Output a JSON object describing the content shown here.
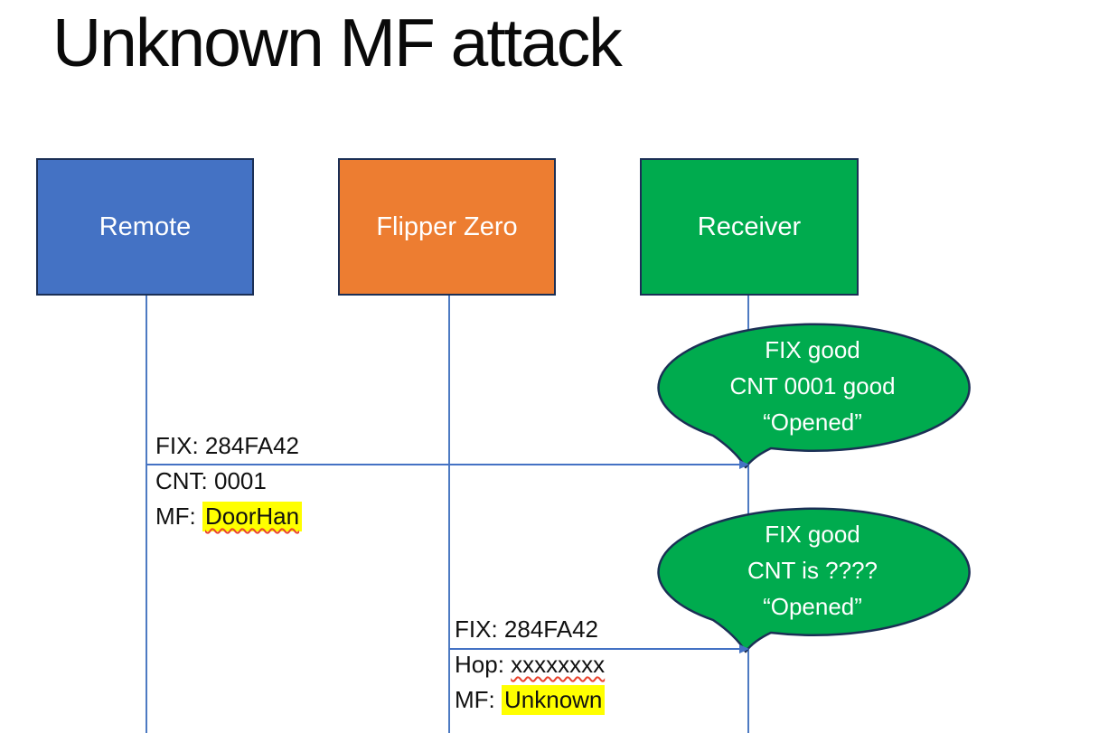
{
  "slide": {
    "title": "Unknown MF attack"
  },
  "colors": {
    "remote_fill": "#4472C4",
    "flipper_fill": "#ED7D31",
    "receiver_fill": "#00AB4E",
    "callout_fill": "#00AB4E",
    "shape_border": "#1B2F55",
    "arrow_blue": "#4472C4",
    "highlight_yellow": "#FFFF00",
    "squiggle_red": "#E8442E",
    "box_text": "#FFFFFF"
  },
  "actors": [
    {
      "label": "Remote"
    },
    {
      "label": "Flipper Zero"
    },
    {
      "label": "Receiver"
    }
  ],
  "messages": [
    {
      "above": "FIX: 284FA42",
      "below1": "CNT: 0001",
      "below2_prefix": "MF: ",
      "below2_value": "DoorHan"
    },
    {
      "above": "FIX: 284FA42",
      "below1_prefix": "Hop: ",
      "below1_value": "xxxxxxxx",
      "below2_prefix": "MF: ",
      "below2_value": "Unknown"
    }
  ],
  "callouts": [
    {
      "lines": [
        "FIX good",
        "CNT 0001 good",
        "“Opened”"
      ]
    },
    {
      "lines": [
        "FIX good",
        "CNT is ????",
        "“Opened”"
      ]
    }
  ]
}
